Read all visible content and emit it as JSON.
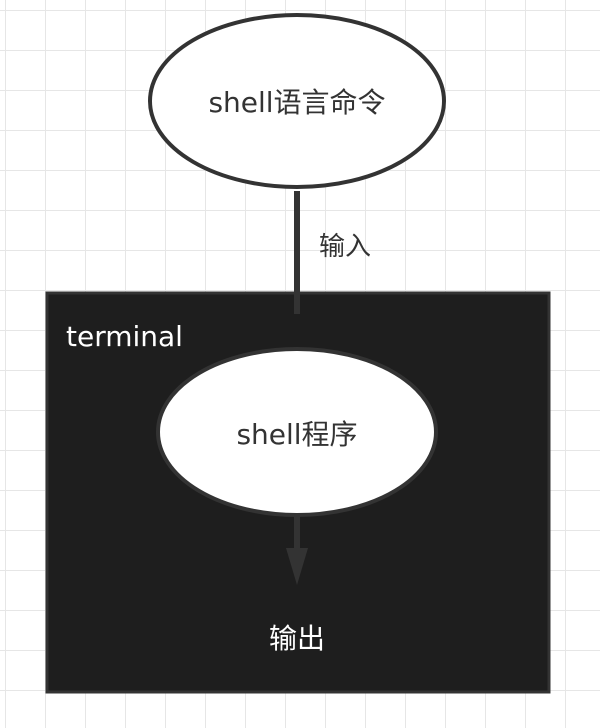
{
  "diagram": {
    "nodes": {
      "shell_command": {
        "label": "shell语言命令"
      },
      "terminal": {
        "label": "terminal"
      },
      "shell_program": {
        "label": "shell程序"
      },
      "output": {
        "label": "输出"
      }
    },
    "edges": {
      "input": {
        "label": "输入"
      }
    }
  },
  "colors": {
    "terminal_fill": "#1e1e1e",
    "stroke": "#333333",
    "node_fill": "#ffffff",
    "text_dark": "#333333",
    "text_light": "#ffffff",
    "grid": "#e6e6e6"
  }
}
